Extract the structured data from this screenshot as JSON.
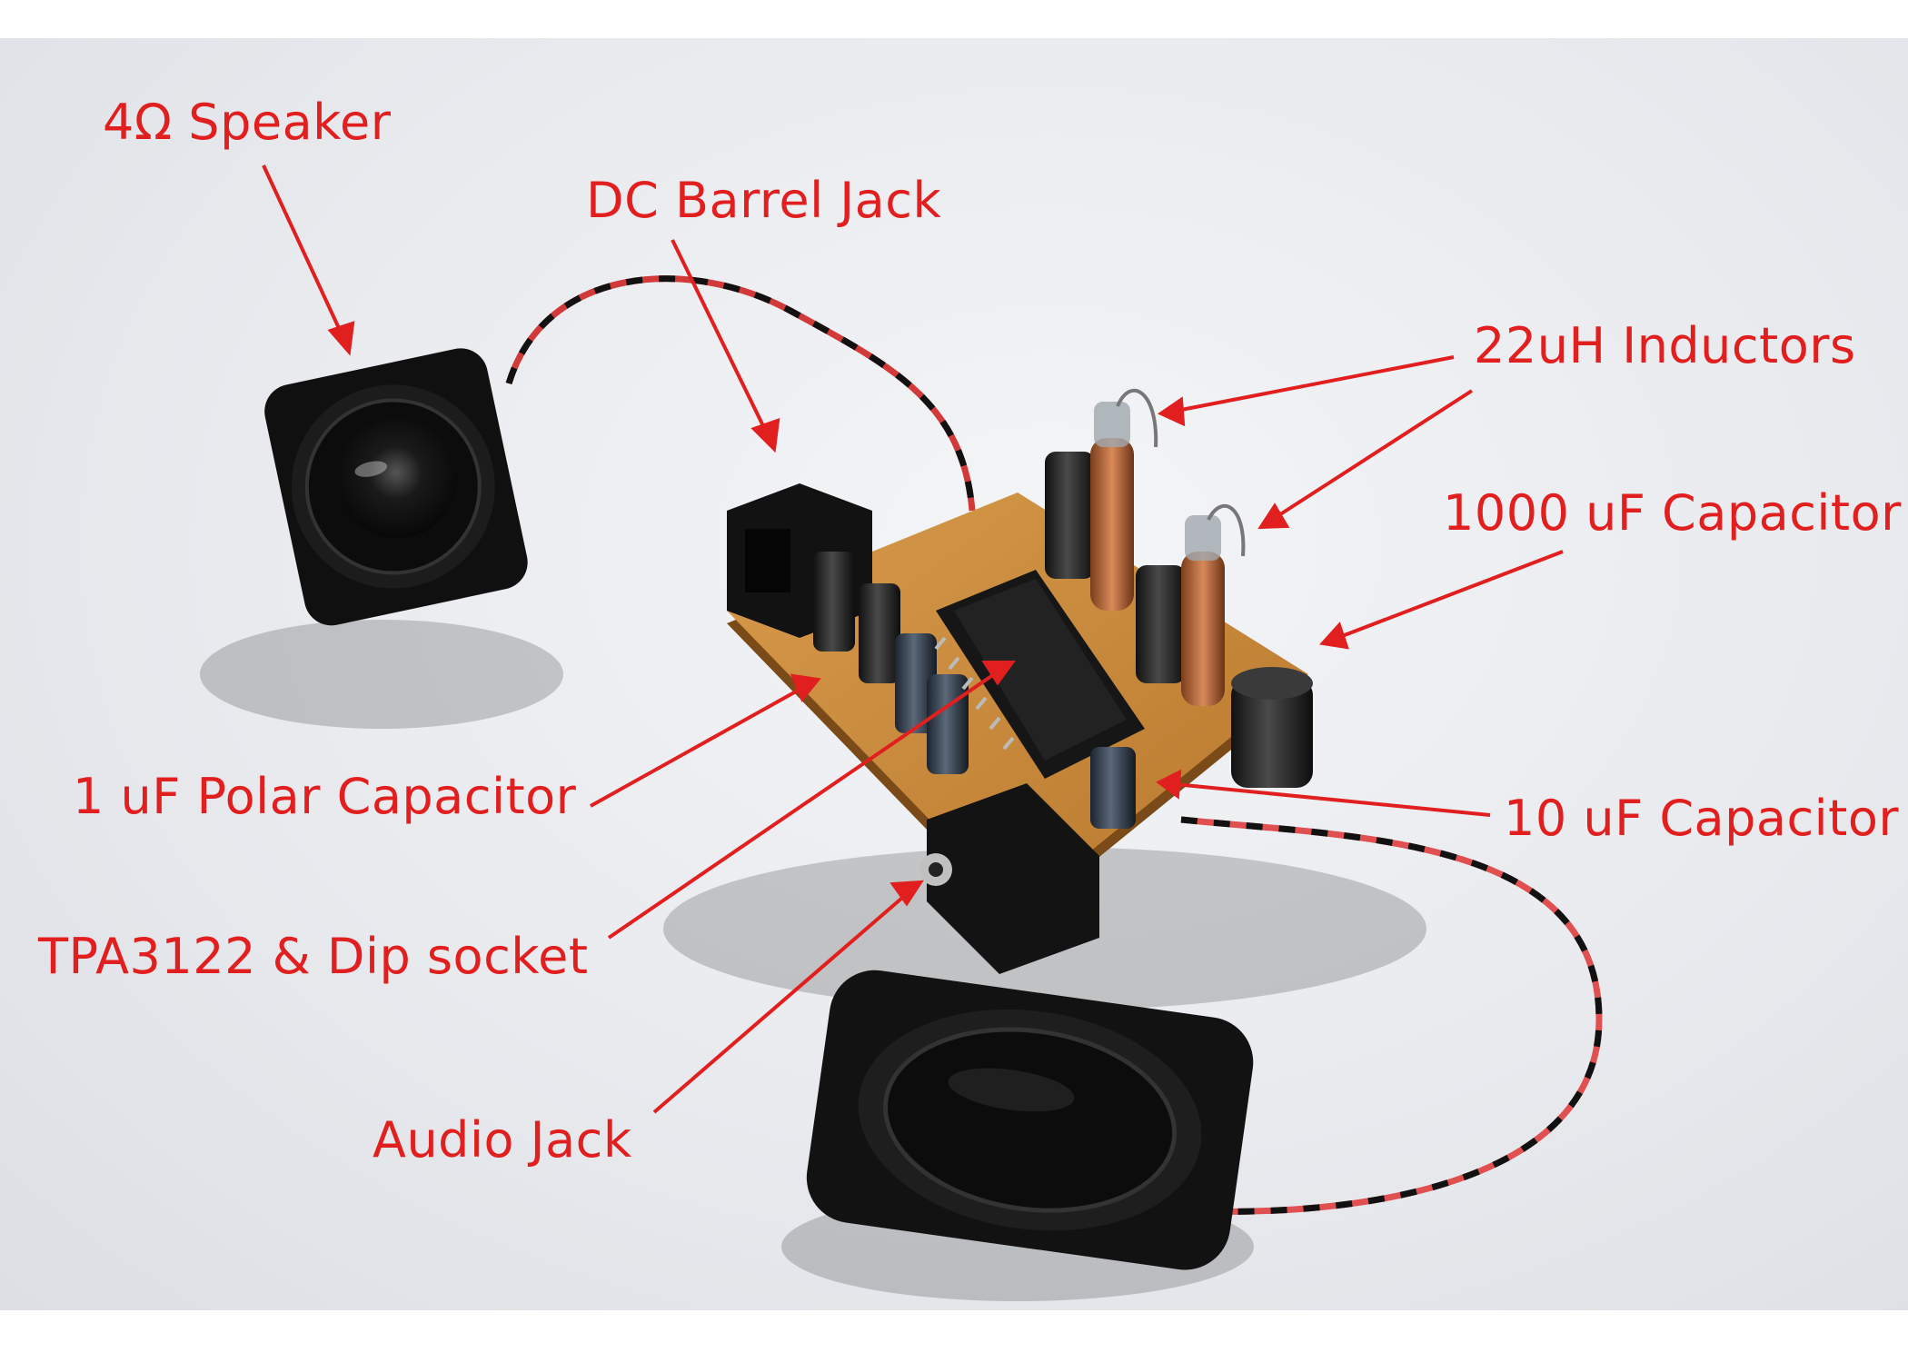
{
  "labels": {
    "speaker": "4Ω Speaker",
    "dc_jack": "DC Barrel Jack",
    "inductors": "22uH Inductors",
    "cap_1000": "1000 uF Capacitor",
    "cap_polar": "1 uF Polar Capacitor",
    "cap_10": "10 uF Capacitor",
    "ic": "TPA3122 & Dip socket",
    "audio_jack": "Audio Jack"
  },
  "colors": {
    "annotation": "#e11f1f",
    "pcb": "#c88a3a",
    "background": "#e8eaee"
  }
}
